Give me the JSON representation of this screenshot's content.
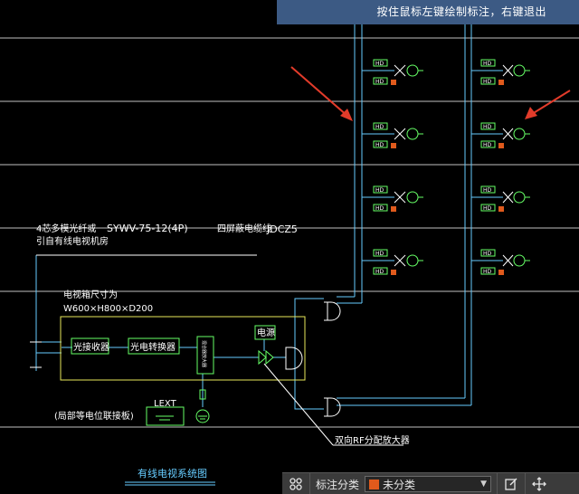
{
  "tooltip": {
    "text": "按住鼠标左键绘制标注，右键退出"
  },
  "labels": {
    "fiber_optic": "4芯多模光纤或",
    "cable_type": "SYWV-75-12(4P)",
    "source_room": "引自有线电视机房",
    "riser_line": "四屏蔽电缆线",
    "riser_code": "JDCZ5",
    "cabinet_size_title": "电视箱尺寸为",
    "cabinet_size": "W600×H800×D200",
    "optical_receiver": "光接收器",
    "converter": "光电转换器",
    "small_unit": "混合器放大器",
    "power": "电源",
    "lext": "LEXT",
    "bonding_board": "(局部等电位联接板)",
    "rf_amplifier": "双向RF分配放大器",
    "system_title": "有线电视系统图",
    "hd_tag": "HD"
  },
  "toolbar": {
    "annot_label": "标注分类",
    "annot_value": "未分类",
    "swatch_color": "#e05a1c"
  },
  "colors": {
    "cable": "#66ccff",
    "device": "#66ff66",
    "cabinet": "#e8e85a",
    "arrow": "#e23b2a",
    "text": "#ffffff",
    "title": "#66ccff"
  }
}
